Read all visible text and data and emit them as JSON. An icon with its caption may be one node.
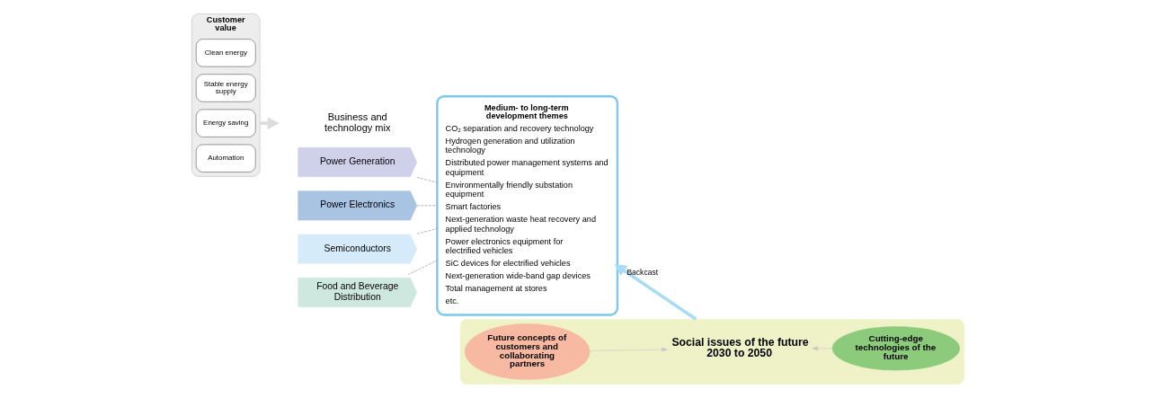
{
  "diagram": {
    "nodes": [
      {
        "text": [
          "Customer value"
        ]
      },
      {
        "text": [
          "Clean energy"
        ],
        "in": 0
      },
      {
        "text": [
          "Stable energy supply"
        ],
        "in": 0
      },
      {
        "text": [
          "Energy saving"
        ],
        "in": 0
      },
      {
        "text": [
          "Automation"
        ],
        "in": 0
      },
      {
        "text": [
          "Power Generation"
        ]
      },
      {
        "text": [
          "Power Electronics"
        ]
      },
      {
        "text": [
          "Semiconductors"
        ]
      },
      {
        "text": [
          "Food and Beverage Distribution"
        ]
      },
      {
        "text": [
          "Medium- to long-term development themes",
          "CO₂ separation and recovery technology",
          "Hydrogen generation and utilization technology",
          "Distributed power management systems and equipment",
          "Environmentally friendly substation equipment",
          "Smart factories",
          "Next-generation waste heat recovery and applied technology",
          "Power electronics equipment for electrified vehicles",
          "SiC devices for electrified vehicles",
          "Next-generation wide-band gap devices",
          "Total management at stores",
          "etc."
        ]
      },
      {
        "text": [],
        "shape": "box"
      },
      {
        "text": [
          "Future concepts of customers and collaborating partners"
        ],
        "in": 10
      },
      {
        "text": [
          "Social issues of the future 2030 to 2050"
        ],
        "in": 10
      },
      {
        "text": [
          "Cutting-edge technologies of the future"
        ],
        "in": 10
      }
    ],
    "edges": [
      {
        "from": 0,
        "to": null,
        "arrow": "to",
        "style": "thick",
        "color": "#dcdcdc"
      },
      {
        "from": 5,
        "to": 9,
        "arrow": "none",
        "style": "dashed"
      },
      {
        "from": 6,
        "to": 9,
        "arrow": "none",
        "style": "dashed"
      },
      {
        "from": 7,
        "to": 9,
        "arrow": "none",
        "style": "dashed"
      },
      {
        "from": 8,
        "to": 9,
        "arrow": "none",
        "style": "dashed"
      },
      {
        "from": 10,
        "to": 9,
        "arrow": "to",
        "label": "Backcast",
        "style": "thick",
        "color": "#a9dcf3"
      },
      {
        "from": 11,
        "to": 12,
        "arrow": "to",
        "color": "#c8c8c8"
      },
      {
        "from": 13,
        "to": 12,
        "arrow": "to",
        "color": "#c8c8c8"
      }
    ],
    "labels": [
      "Business and technology mix"
    ]
  }
}
